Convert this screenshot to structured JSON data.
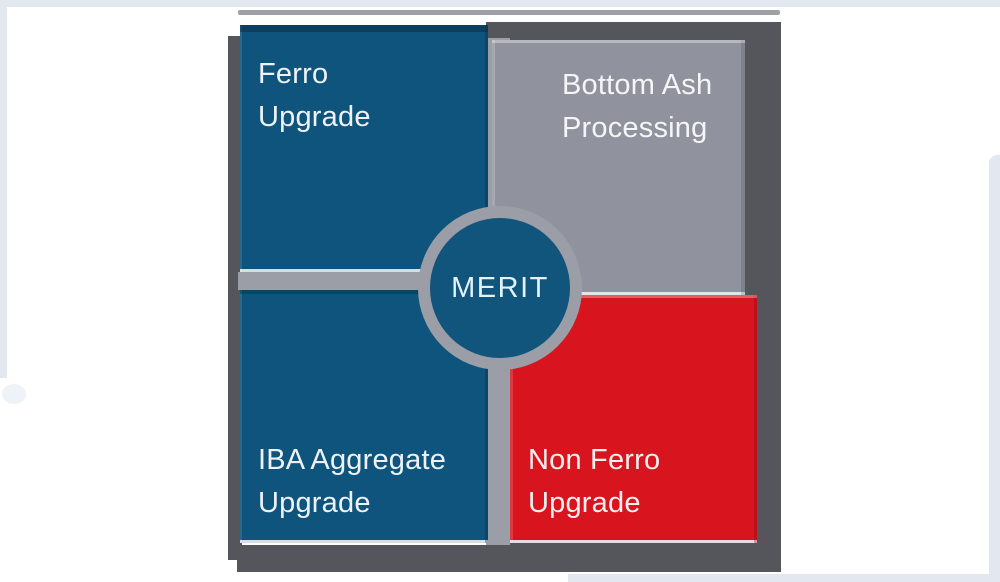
{
  "diagram": {
    "center_label": "MERIT",
    "quadrants": [
      {
        "name": "ferro-upgrade",
        "line1": "Ferro",
        "line2": "Upgrade",
        "color": "#0f547c",
        "text_color": "#eef2f6"
      },
      {
        "name": "bottom-ash-processing",
        "line1": "Bottom Ash",
        "line2": "Processing",
        "color": "#90939d",
        "text_color": "#f4f5f7"
      },
      {
        "name": "iba-aggregate-upgrade",
        "line1": "IBA Aggregate",
        "line2": "Upgrade",
        "color": "#0f547c",
        "text_color": "#eef2f6"
      },
      {
        "name": "non-ferro-upgrade",
        "line1": "Non Ferro",
        "line2": "Upgrade",
        "color": "#d8151f",
        "text_color": "#f7eef0"
      }
    ],
    "colors": {
      "backdrop_shadow": "#54565c",
      "cross_and_ring": "#9b9ea7",
      "center_circle": "#11557d",
      "page_frame": "#e3e7f0",
      "page_background": "#ffffff"
    }
  }
}
